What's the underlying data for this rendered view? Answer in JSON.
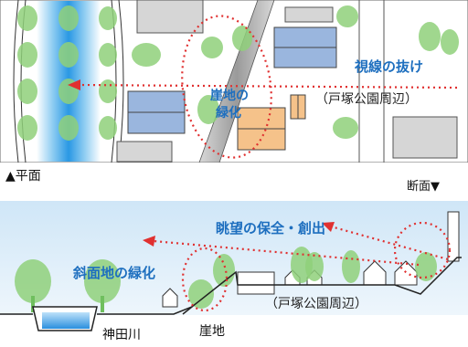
{
  "plan": {
    "label": "▲平面",
    "view_line_label": "視線の抜け",
    "cliff_label_line1": "崖地の",
    "cliff_label_line2": "緑化",
    "park_label": "（戸塚公園周辺）"
  },
  "section": {
    "label": "断面▼",
    "view_label": "眺望の保全・創出",
    "slope_label": "斜面地の緑化",
    "park_label": "（戸塚公園周辺）",
    "cliff_label": "崖地",
    "river_label": "神田川"
  },
  "colors": {
    "accent_blue": "#1e6fbf",
    "red_dotted": "#e03030",
    "tree_green": "#8fd07a",
    "building_blue": "#9ab6de",
    "building_orange": "#f5c28a",
    "building_gray": "#d6d6d6",
    "river_blue": "#3aa0e8",
    "sky_blue": "#dcedf8"
  }
}
